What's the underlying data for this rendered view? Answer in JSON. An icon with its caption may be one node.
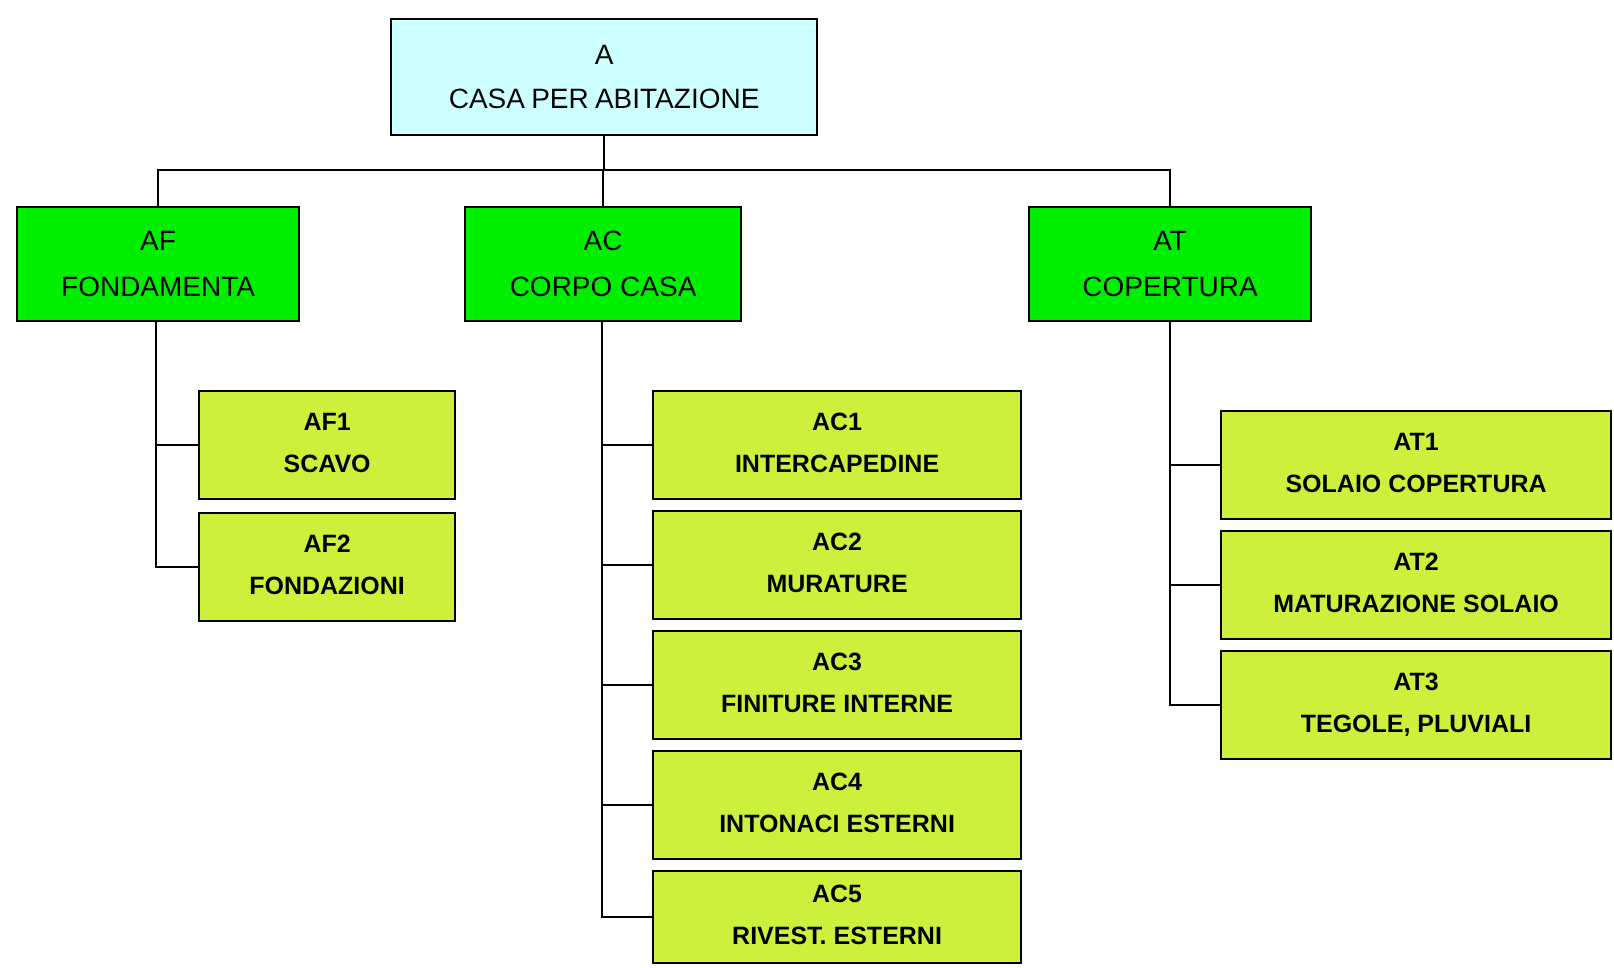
{
  "diagram": {
    "nodes": [
      {
        "text": [
          "A",
          "CASA PER ABITAZIONE"
        ]
      },
      {
        "text": [
          "AF",
          "FONDAMENTA"
        ]
      },
      {
        "text": [
          "AC",
          "CORPO CASA"
        ]
      },
      {
        "text": [
          "AT",
          "COPERTURA"
        ]
      },
      {
        "text": [
          "AF1",
          "SCAVO"
        ]
      },
      {
        "text": [
          "AF2",
          "FONDAZIONI"
        ]
      },
      {
        "text": [
          "AC1",
          "INTERCAPEDINE"
        ]
      },
      {
        "text": [
          "AC2",
          "MURATURE"
        ]
      },
      {
        "text": [
          "AC3",
          "FINITURE INTERNE"
        ]
      },
      {
        "text": [
          "AC4",
          "INTONACI ESTERNI"
        ]
      },
      {
        "text": [
          "AC5",
          "RIVEST. ESTERNI"
        ]
      },
      {
        "text": [
          "AT1",
          "SOLAIO COPERTURA"
        ]
      },
      {
        "text": [
          "AT2",
          "MATURAZIONE SOLAIO"
        ]
      },
      {
        "text": [
          "AT3",
          "TEGOLE, PLUVIALI"
        ]
      }
    ],
    "edges": [
      {
        "from": 0,
        "to": 1,
        "arrow": "none"
      },
      {
        "from": 0,
        "to": 2,
        "arrow": "none"
      },
      {
        "from": 0,
        "to": 3,
        "arrow": "none"
      },
      {
        "from": 1,
        "to": 4,
        "arrow": "none"
      },
      {
        "from": 1,
        "to": 5,
        "arrow": "none"
      },
      {
        "from": 2,
        "to": 6,
        "arrow": "none"
      },
      {
        "from": 2,
        "to": 7,
        "arrow": "none"
      },
      {
        "from": 2,
        "to": 8,
        "arrow": "none"
      },
      {
        "from": 2,
        "to": 9,
        "arrow": "none"
      },
      {
        "from": 2,
        "to": 10,
        "arrow": "none"
      },
      {
        "from": 3,
        "to": 11,
        "arrow": "none"
      },
      {
        "from": 3,
        "to": 12,
        "arrow": "none"
      },
      {
        "from": 3,
        "to": 13,
        "arrow": "none"
      }
    ]
  }
}
